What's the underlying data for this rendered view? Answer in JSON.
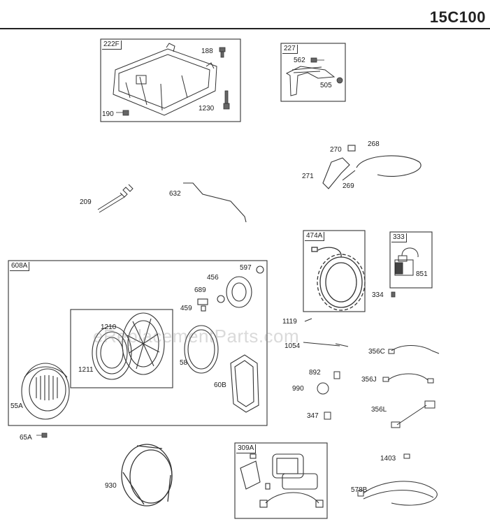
{
  "header": {
    "model": "15C100"
  },
  "watermark": "eReplacementParts.com",
  "kit_boxes": [
    {
      "id": "222F"
    },
    {
      "id": "227"
    },
    {
      "id": "608A"
    },
    {
      "id": "474A"
    },
    {
      "id": "333"
    },
    {
      "id": "309A"
    }
  ],
  "part_labels": [
    "188",
    "190",
    "1230",
    "562",
    "505",
    "270",
    "268",
    "271",
    "269",
    "209",
    "632",
    "456",
    "597",
    "689",
    "459",
    "1210",
    "1211",
    "58",
    "60B",
    "55A",
    "65A",
    "930",
    "851",
    "334",
    "1119",
    "1054",
    "356C",
    "892",
    "356J",
    "990",
    "356L",
    "347",
    "1403",
    "578B"
  ]
}
